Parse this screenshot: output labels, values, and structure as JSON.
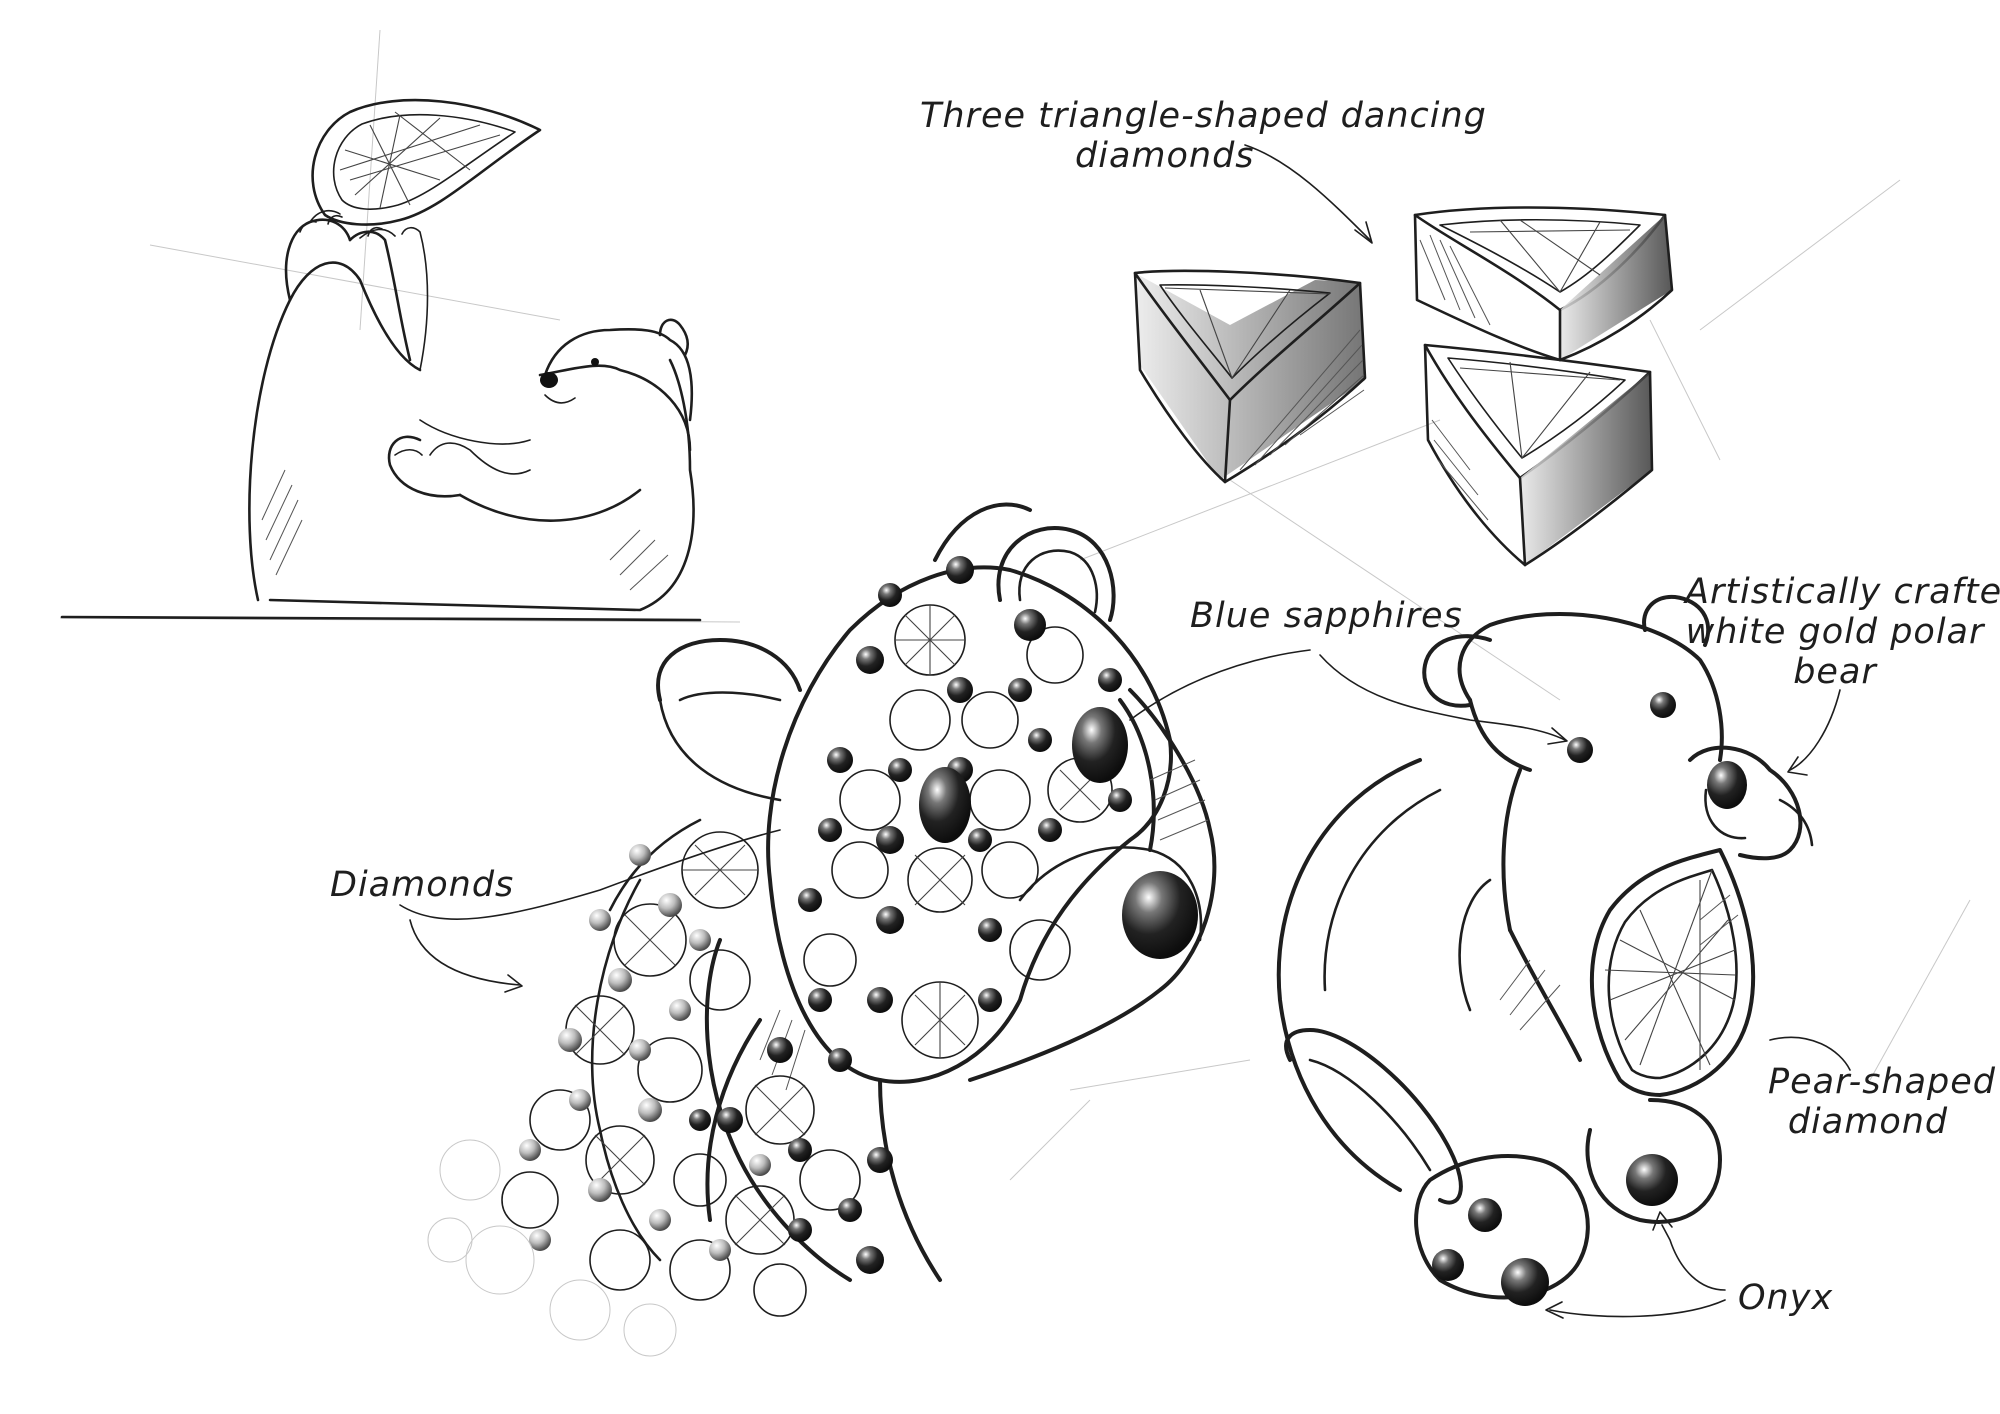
{
  "labels": {
    "triangle_diamonds_1": "Three triangle-shaped dancing",
    "triangle_diamonds_2": "diamonds",
    "blue_sapphires": "Blue sapphires",
    "polar_bear_1": "Artistically crafted",
    "polar_bear_2": "white gold polar",
    "polar_bear_3": "bear",
    "diamonds": "Diamonds",
    "pear_diamond_1": "Pear-shaped",
    "pear_diamond_2": "diamond",
    "onyx": "Onyx"
  },
  "colors": {
    "ink": "#1e1e1e",
    "paper": "#ffffff",
    "stone_dark": "#151515"
  }
}
